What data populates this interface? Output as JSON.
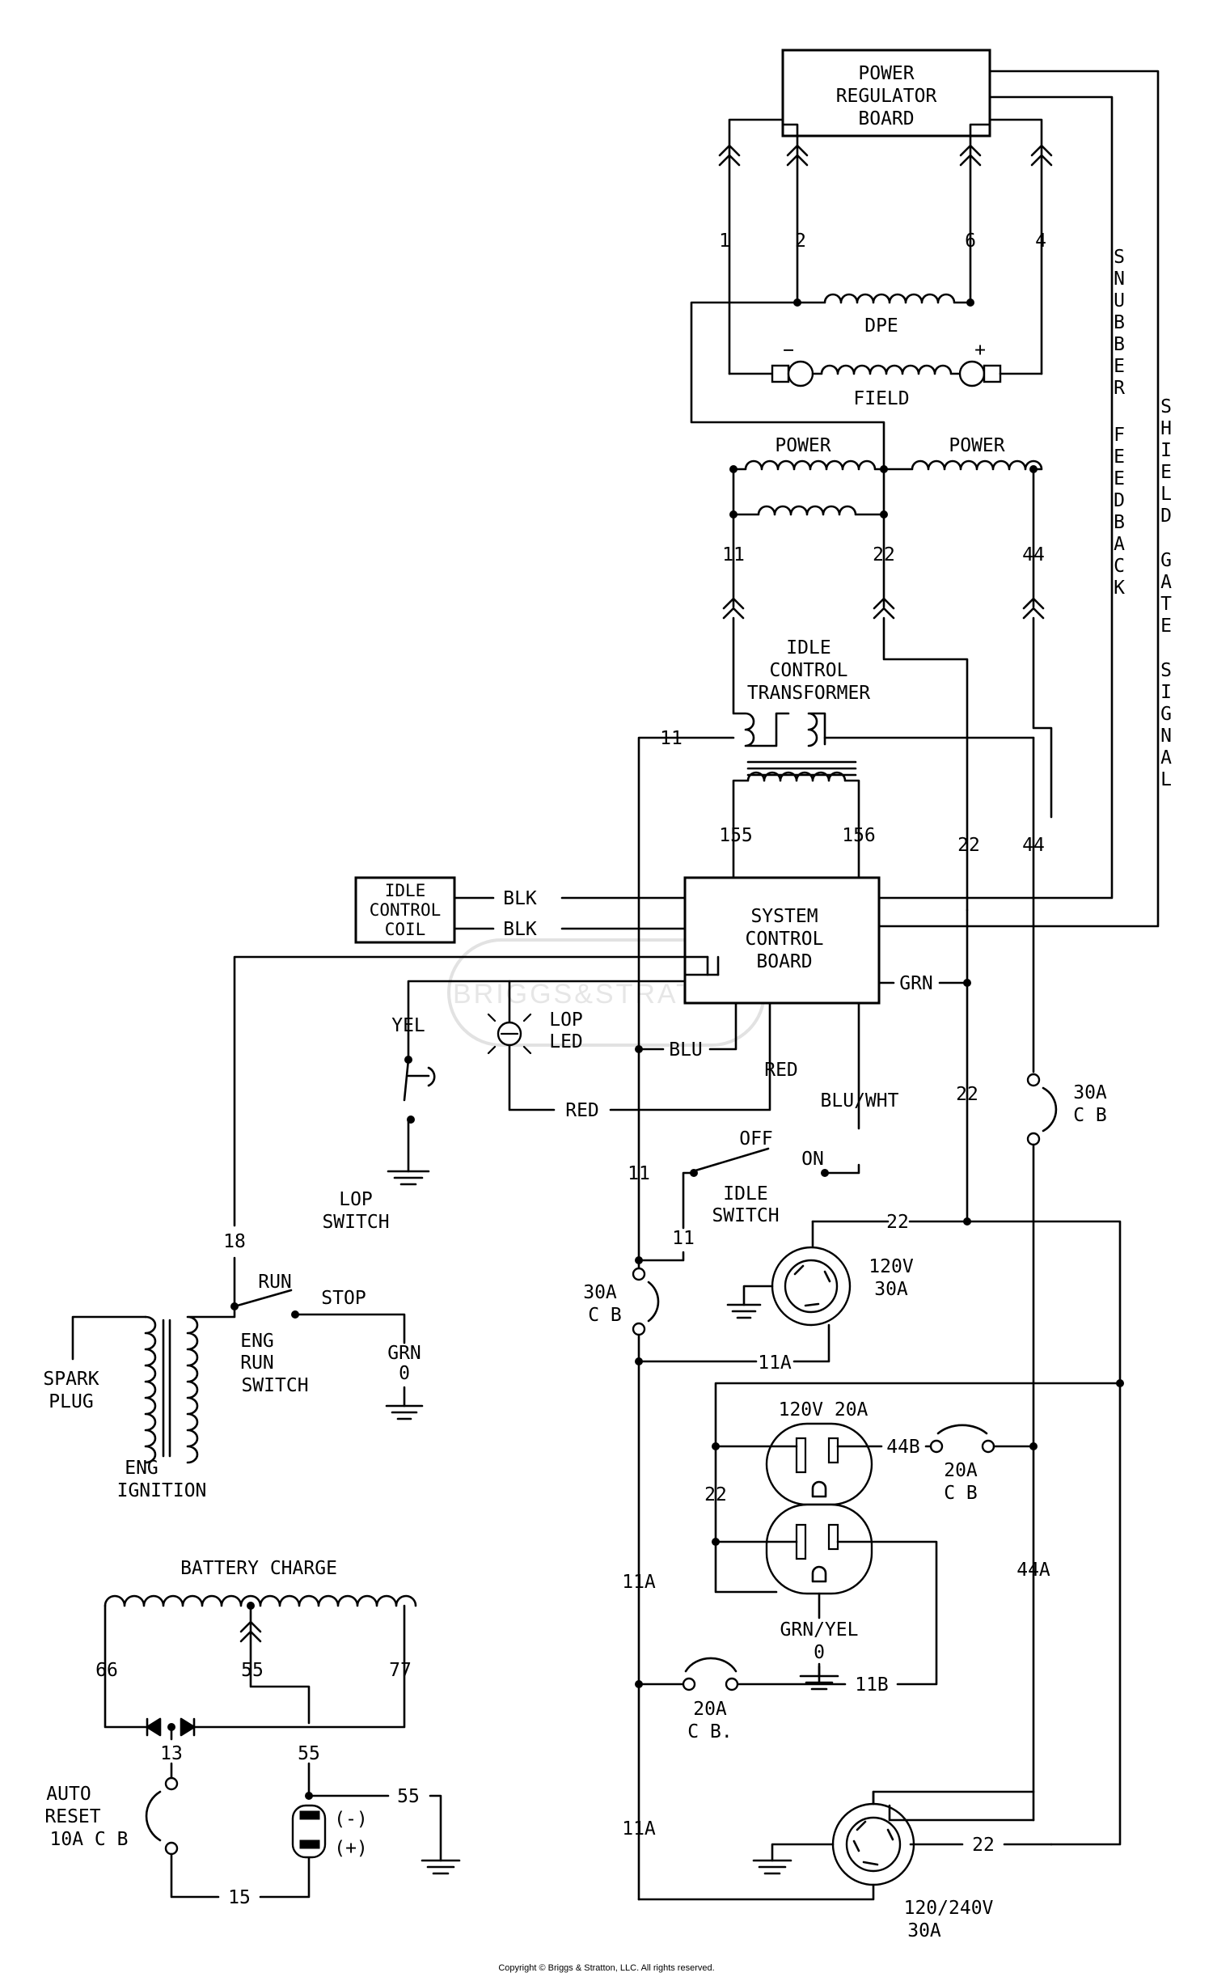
{
  "components": {
    "power_regulator_board": [
      "POWER",
      "REGULATOR",
      "BOARD"
    ],
    "dpe": "DPE",
    "field": "FIELD",
    "field_neg": "−",
    "field_pos": "+",
    "power_left": "POWER",
    "power_right": "POWER",
    "idle_transformer": [
      "IDLE",
      "CONTROL",
      "TRANSFORMER"
    ],
    "idle_coil": [
      "IDLE",
      "CONTROL",
      "COIL"
    ],
    "system_board": [
      "SYSTEM",
      "CONTROL",
      "BOARD"
    ],
    "lop_led": [
      "LOP",
      "LED"
    ],
    "lop_switch": [
      "LOP",
      "SWITCH"
    ],
    "idle_switch": [
      "IDLE",
      "SWITCH"
    ],
    "off": "OFF",
    "on": "ON",
    "run": "RUN",
    "stop": "STOP",
    "eng_run_switch": [
      "ENG",
      "RUN",
      "SWITCH"
    ],
    "spark_plug": [
      "SPARK",
      "PLUG"
    ],
    "eng_ignition": [
      "ENG",
      "IGNITION"
    ],
    "battery_charge": "BATTERY CHARGE",
    "auto_reset": [
      "AUTO",
      "RESET",
      "10A C B"
    ],
    "batt_neg": "(-)",
    "batt_pos": "(+)",
    "rec_120_30": [
      "120V",
      "30A"
    ],
    "rec_120_20": "120V 20A",
    "rec_240": [
      "120/240V",
      "30A"
    ],
    "cb_30a_right": [
      "30A",
      "C B"
    ],
    "cb_30a_left": [
      "30A",
      "C B"
    ],
    "cb_20a_right": [
      "20A",
      "C B"
    ],
    "cb_20a_bottom": [
      "20A",
      "C B."
    ],
    "snubber_feedback": [
      "S",
      "N",
      "U",
      "B",
      "B",
      "E",
      "R",
      "",
      "F",
      "E",
      "E",
      "D",
      "B",
      "A",
      "C",
      "K"
    ],
    "shield_gate_signal": [
      "S",
      "H",
      "I",
      "E",
      "L",
      "D",
      "",
      "G",
      "A",
      "T",
      "E",
      "",
      "S",
      "I",
      "G",
      "N",
      "A",
      "L"
    ]
  },
  "wires": {
    "w1": "1",
    "w2": "2",
    "w6": "6",
    "w4": "4",
    "w11": "11",
    "w22": "22",
    "w44": "44",
    "w11_top": "11",
    "w155": "155",
    "w156": "156",
    "w22_mid": "22",
    "w44_mid": "44",
    "blk1": "BLK",
    "blk2": "BLK",
    "grn": "GRN",
    "yel": "YEL",
    "blu": "BLU",
    "red1": "RED",
    "red2": "RED",
    "blu_wht": "BLU/WHT",
    "w22_low": "22",
    "w11_left": "11",
    "w11_switch": "11",
    "w22_rec": "22",
    "w11a_rec": "11A",
    "w22_side": "22",
    "w44b": "44B",
    "w44a": "44A",
    "w11a_mid": "11A",
    "w11b": "11B",
    "w11a_low": "11A",
    "w22_bottom": "22",
    "grn_yel": "GRN/YEL",
    "gnd_0": "0",
    "w18": "18",
    "grn_stop": "GRN",
    "gnd_0_stop": "0",
    "w66": "66",
    "w55": "55",
    "w77": "77",
    "w13": "13",
    "w55b": "55",
    "w55c": "55",
    "w15": "15"
  },
  "watermark": "BRIGGS&STRATTON",
  "copyright": "Copyright © Briggs & Stratton, LLC. All rights reserved."
}
